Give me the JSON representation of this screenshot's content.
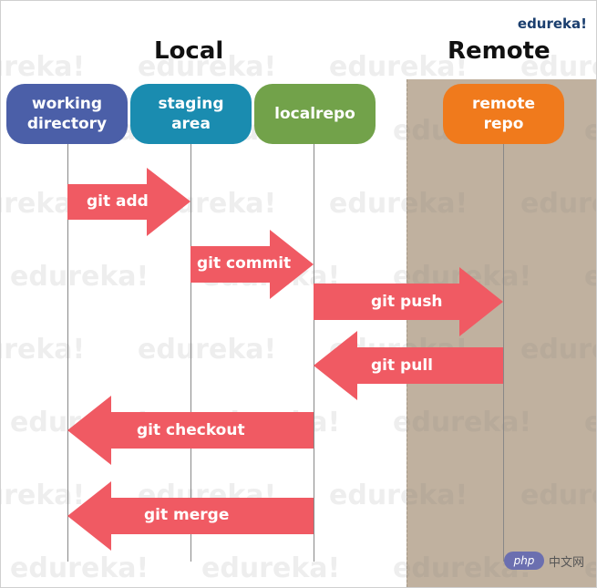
{
  "brand": "edureka!",
  "watermark_text": "edureka!",
  "sections": {
    "local": "Local",
    "remote": "Remote"
  },
  "nodes": [
    {
      "id": "working-directory",
      "label": "working\ndirectory",
      "color": "#4b5fa8"
    },
    {
      "id": "staging-area",
      "label": "staging\narea",
      "color": "#1a8cb0"
    },
    {
      "id": "localrepo",
      "label": "localrepo",
      "color": "#72a24a"
    },
    {
      "id": "remote-repo",
      "label": "remote\nrepo",
      "color": "#f07a1c"
    }
  ],
  "operations": [
    {
      "label": "git add",
      "from": "working-directory",
      "to": "staging-area",
      "direction": "right"
    },
    {
      "label": "git commit",
      "from": "staging-area",
      "to": "localrepo",
      "direction": "right"
    },
    {
      "label": "git push",
      "from": "localrepo",
      "to": "remote-repo",
      "direction": "right"
    },
    {
      "label": "git pull",
      "from": "remote-repo",
      "to": "localrepo",
      "direction": "left"
    },
    {
      "label": "git checkout",
      "from": "localrepo",
      "to": "working-directory",
      "direction": "left"
    },
    {
      "label": "git merge",
      "from": "localrepo",
      "to": "working-directory",
      "direction": "left"
    }
  ],
  "colors": {
    "arrow": "#f05a63",
    "remote_panel": "#c0b19f"
  },
  "footer": {
    "badge": "php",
    "text": "中文网"
  }
}
